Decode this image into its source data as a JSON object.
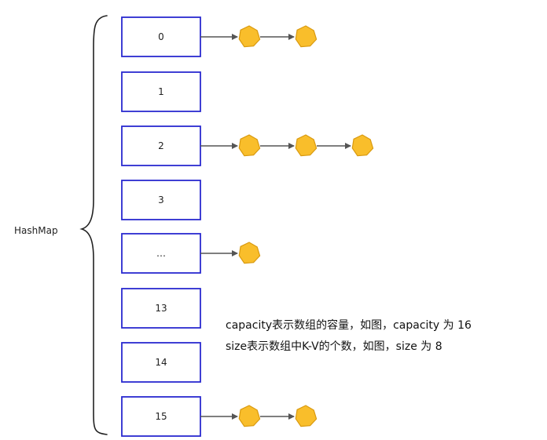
{
  "map_label": "HashMap",
  "buckets": [
    {
      "label": "0",
      "nodes": 2
    },
    {
      "label": "1",
      "nodes": 0
    },
    {
      "label": "2",
      "nodes": 3
    },
    {
      "label": "3",
      "nodes": 0
    },
    {
      "label": "…",
      "nodes": 1
    },
    {
      "label": "13",
      "nodes": 0
    },
    {
      "label": "14",
      "nodes": 0
    },
    {
      "label": "15",
      "nodes": 2
    }
  ],
  "notes": [
    "capacity表示数组的容量，如图，capacity 为 16",
    "size表示数组中K-V的个数，如图，size 为 8"
  ],
  "colors": {
    "box_border": "#2a2ad0",
    "node_fill": "#f9be2b",
    "node_stroke": "#d99a10",
    "arrow": "#555555",
    "brace": "#222222"
  }
}
